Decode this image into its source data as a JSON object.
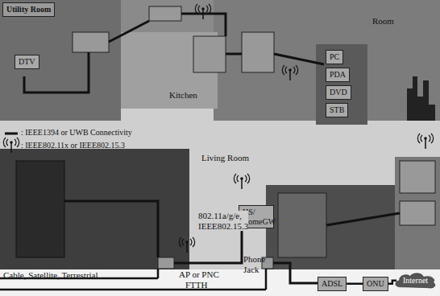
{
  "diagram": {
    "nodes": [
      {
        "text": [
          "Utility Room"
        ]
      },
      {
        "text": [
          "DTV"
        ]
      },
      {
        "text": [
          "PC"
        ]
      },
      {
        "text": [
          "PDA"
        ]
      },
      {
        "text": [
          "DVD"
        ]
      },
      {
        "text": [
          "STB"
        ]
      },
      {
        "text": [
          "HS/ HomeGW"
        ]
      },
      {
        "text": [
          "ADSL"
        ]
      },
      {
        "text": [
          "ONU"
        ]
      },
      {
        "text": [
          "Internet"
        ]
      }
    ],
    "edges": [
      {
        "from": 7,
        "to": 8,
        "arrow": "none"
      },
      {
        "from": 8,
        "to": 9,
        "arrow": "none"
      }
    ],
    "labels": [
      "Room",
      "Kitchen",
      "Living Room",
      "802.11a/g/e, IEEE802.15.3",
      "AP or PNC",
      "Phone Jack",
      "Cable, Satellite, Terrestrial",
      "FTTH"
    ],
    "legend": [
      {
        "text": ": IEEE1394 or UWB Connectivity"
      },
      {
        "text": ": IEEE802.11x or IEEE802.15.3"
      }
    ]
  }
}
